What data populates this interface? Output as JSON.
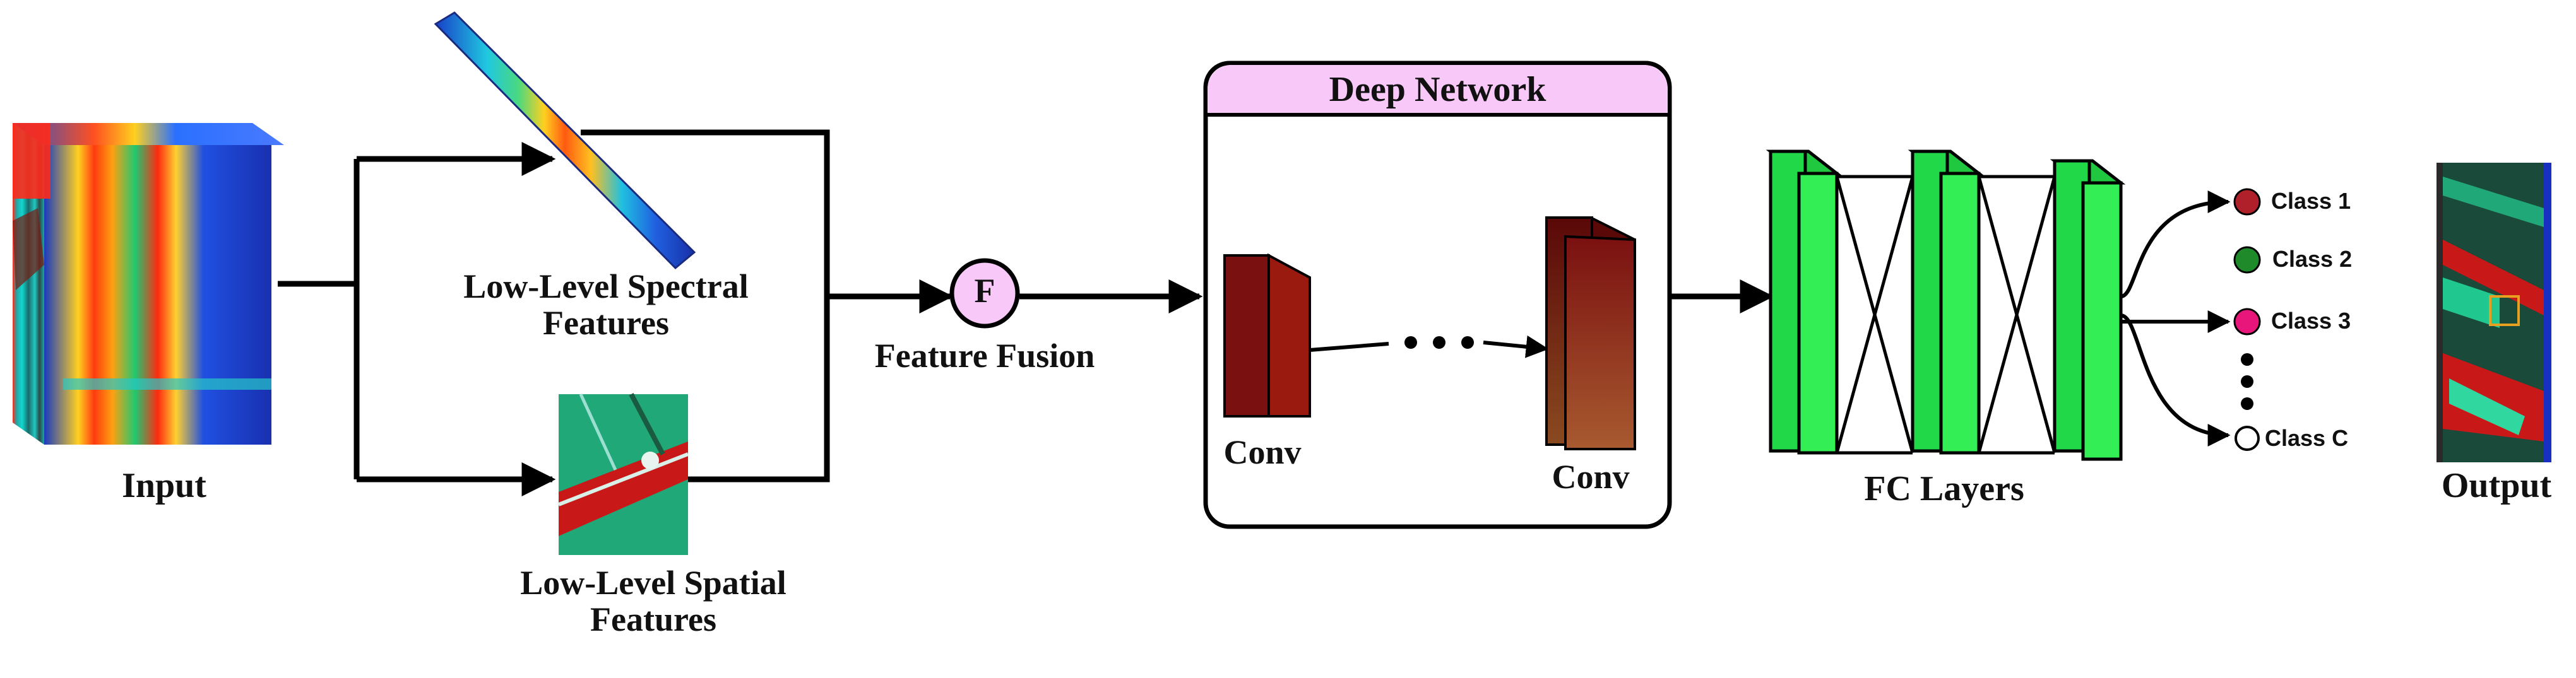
{
  "labels": {
    "input": "Input",
    "spectral": [
      "Low-Level Spectral",
      "Features"
    ],
    "spatial": [
      "Low-Level Spatial",
      "Features"
    ],
    "fusion_symbol": "F",
    "fusion": "Feature Fusion",
    "deep_network": "Deep Network",
    "conv_first": "Conv",
    "conv_last": "Conv",
    "fc_layers": "FC Layers",
    "output": "Output"
  },
  "classes": [
    {
      "label": "Class 1",
      "color": "#b0202a"
    },
    {
      "label": "Class 2",
      "color": "#1e8a2a"
    },
    {
      "label": "Class 3",
      "color": "#e8167a"
    },
    {
      "label": "Class C",
      "color": "#ffffff"
    }
  ],
  "colors": {
    "deep_network_header": "#f8c8f8",
    "fusion_fill": "#f8c8f8",
    "fc_green": "#33ee55",
    "conv_dark": "#7a1010"
  }
}
